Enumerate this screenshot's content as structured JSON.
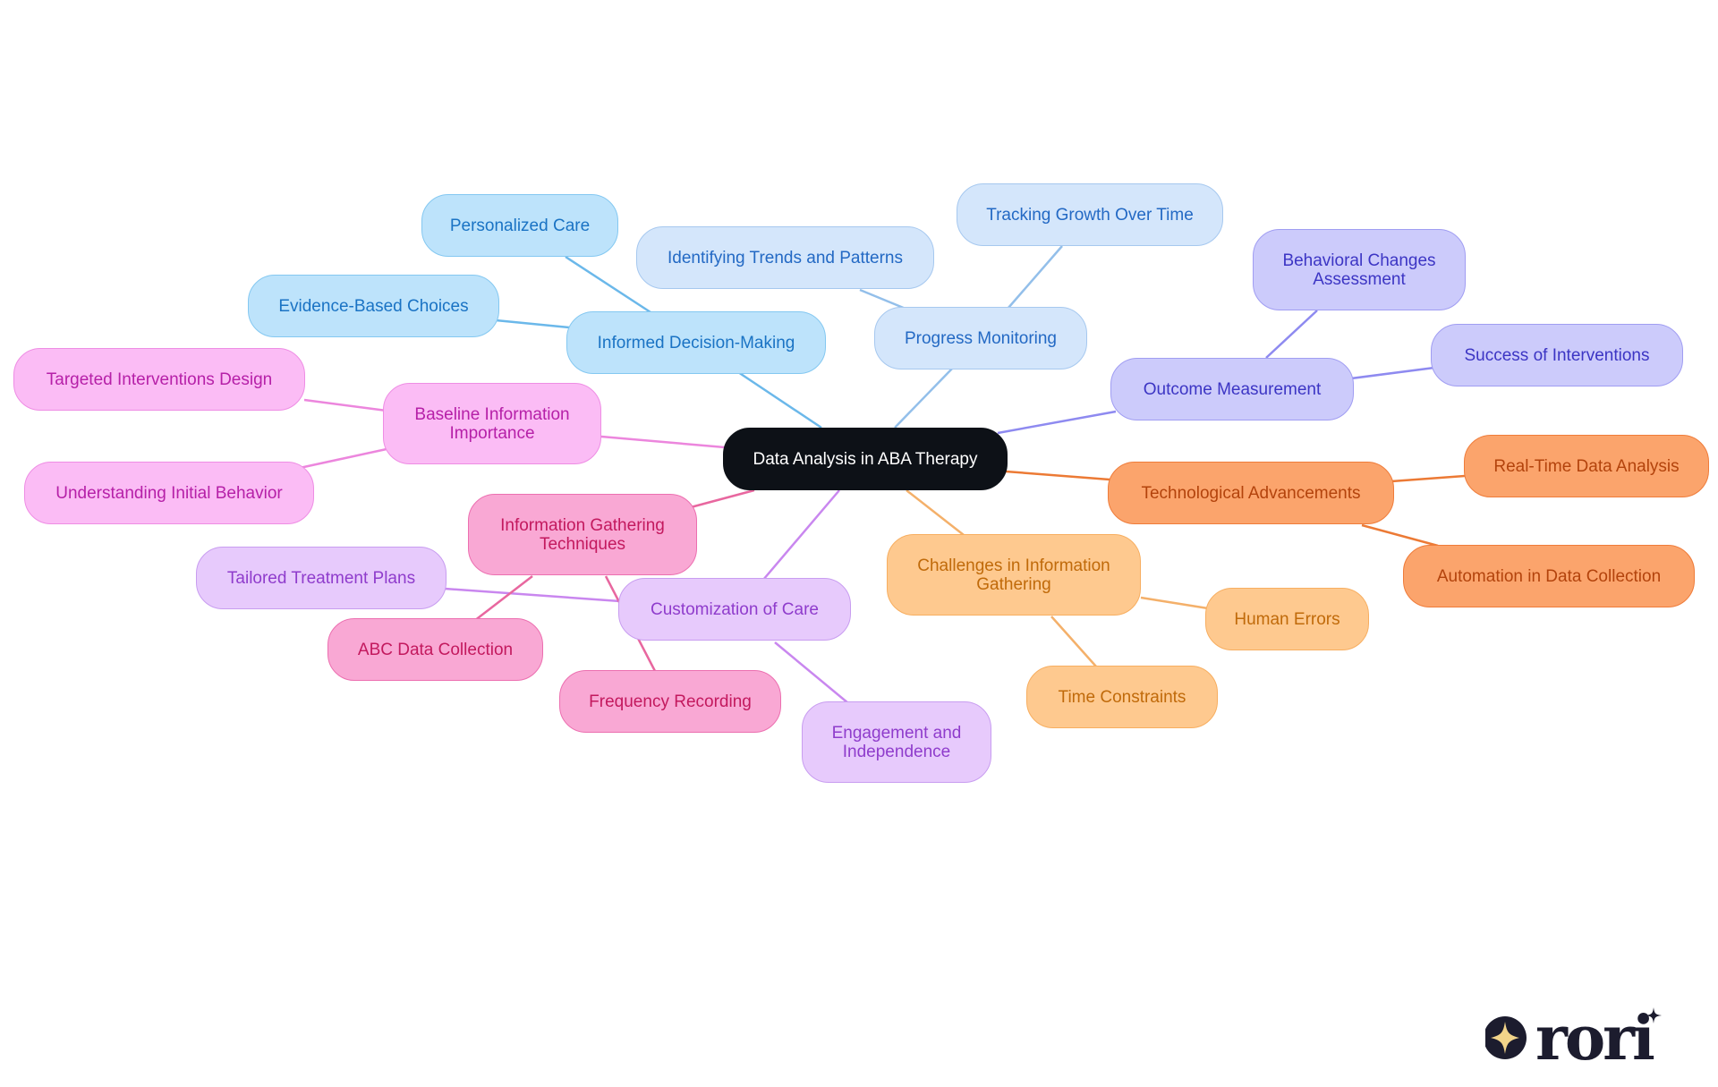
{
  "diagram": {
    "root": {
      "label": "Data Analysis in ABA Therapy"
    },
    "branches": [
      {
        "label": "Informed Decision-Making",
        "children": [
          "Personalized Care",
          "Evidence-Based Choices"
        ]
      },
      {
        "label": "Progress Monitoring",
        "children": [
          "Identifying Trends and Patterns",
          "Tracking Growth Over Time"
        ]
      },
      {
        "label": "Outcome Measurement",
        "children": [
          "Behavioral Changes Assessment",
          "Success of Interventions"
        ]
      },
      {
        "label": "Technological Advancements",
        "children": [
          "Real-Time Data Analysis",
          "Automation in Data Collection"
        ]
      },
      {
        "label": "Challenges in Information Gathering",
        "children": [
          "Human Errors",
          "Time Constraints"
        ]
      },
      {
        "label": "Customization of Care",
        "children": [
          "Tailored Treatment Plans",
          "Engagement and Independence"
        ]
      },
      {
        "label": "Information Gathering Techniques",
        "children": [
          "ABC Data Collection",
          "Frequency Recording"
        ]
      },
      {
        "label": "Baseline Information Importance",
        "children": [
          "Targeted Interventions Design",
          "Understanding Initial Behavior"
        ]
      }
    ]
  },
  "logo": {
    "text": "rori"
  },
  "colors": {
    "root": "#0d1117",
    "blue_edge": "#6bb8ea",
    "pale_blue_edge": "#93bfea",
    "indigo_edge": "#8e8af0",
    "orange_edge": "#ec7a35",
    "amber_edge": "#f4b06a",
    "purple_edge": "#c987ef",
    "pink_edge": "#e8679f",
    "magenta_edge": "#ec86dd"
  }
}
